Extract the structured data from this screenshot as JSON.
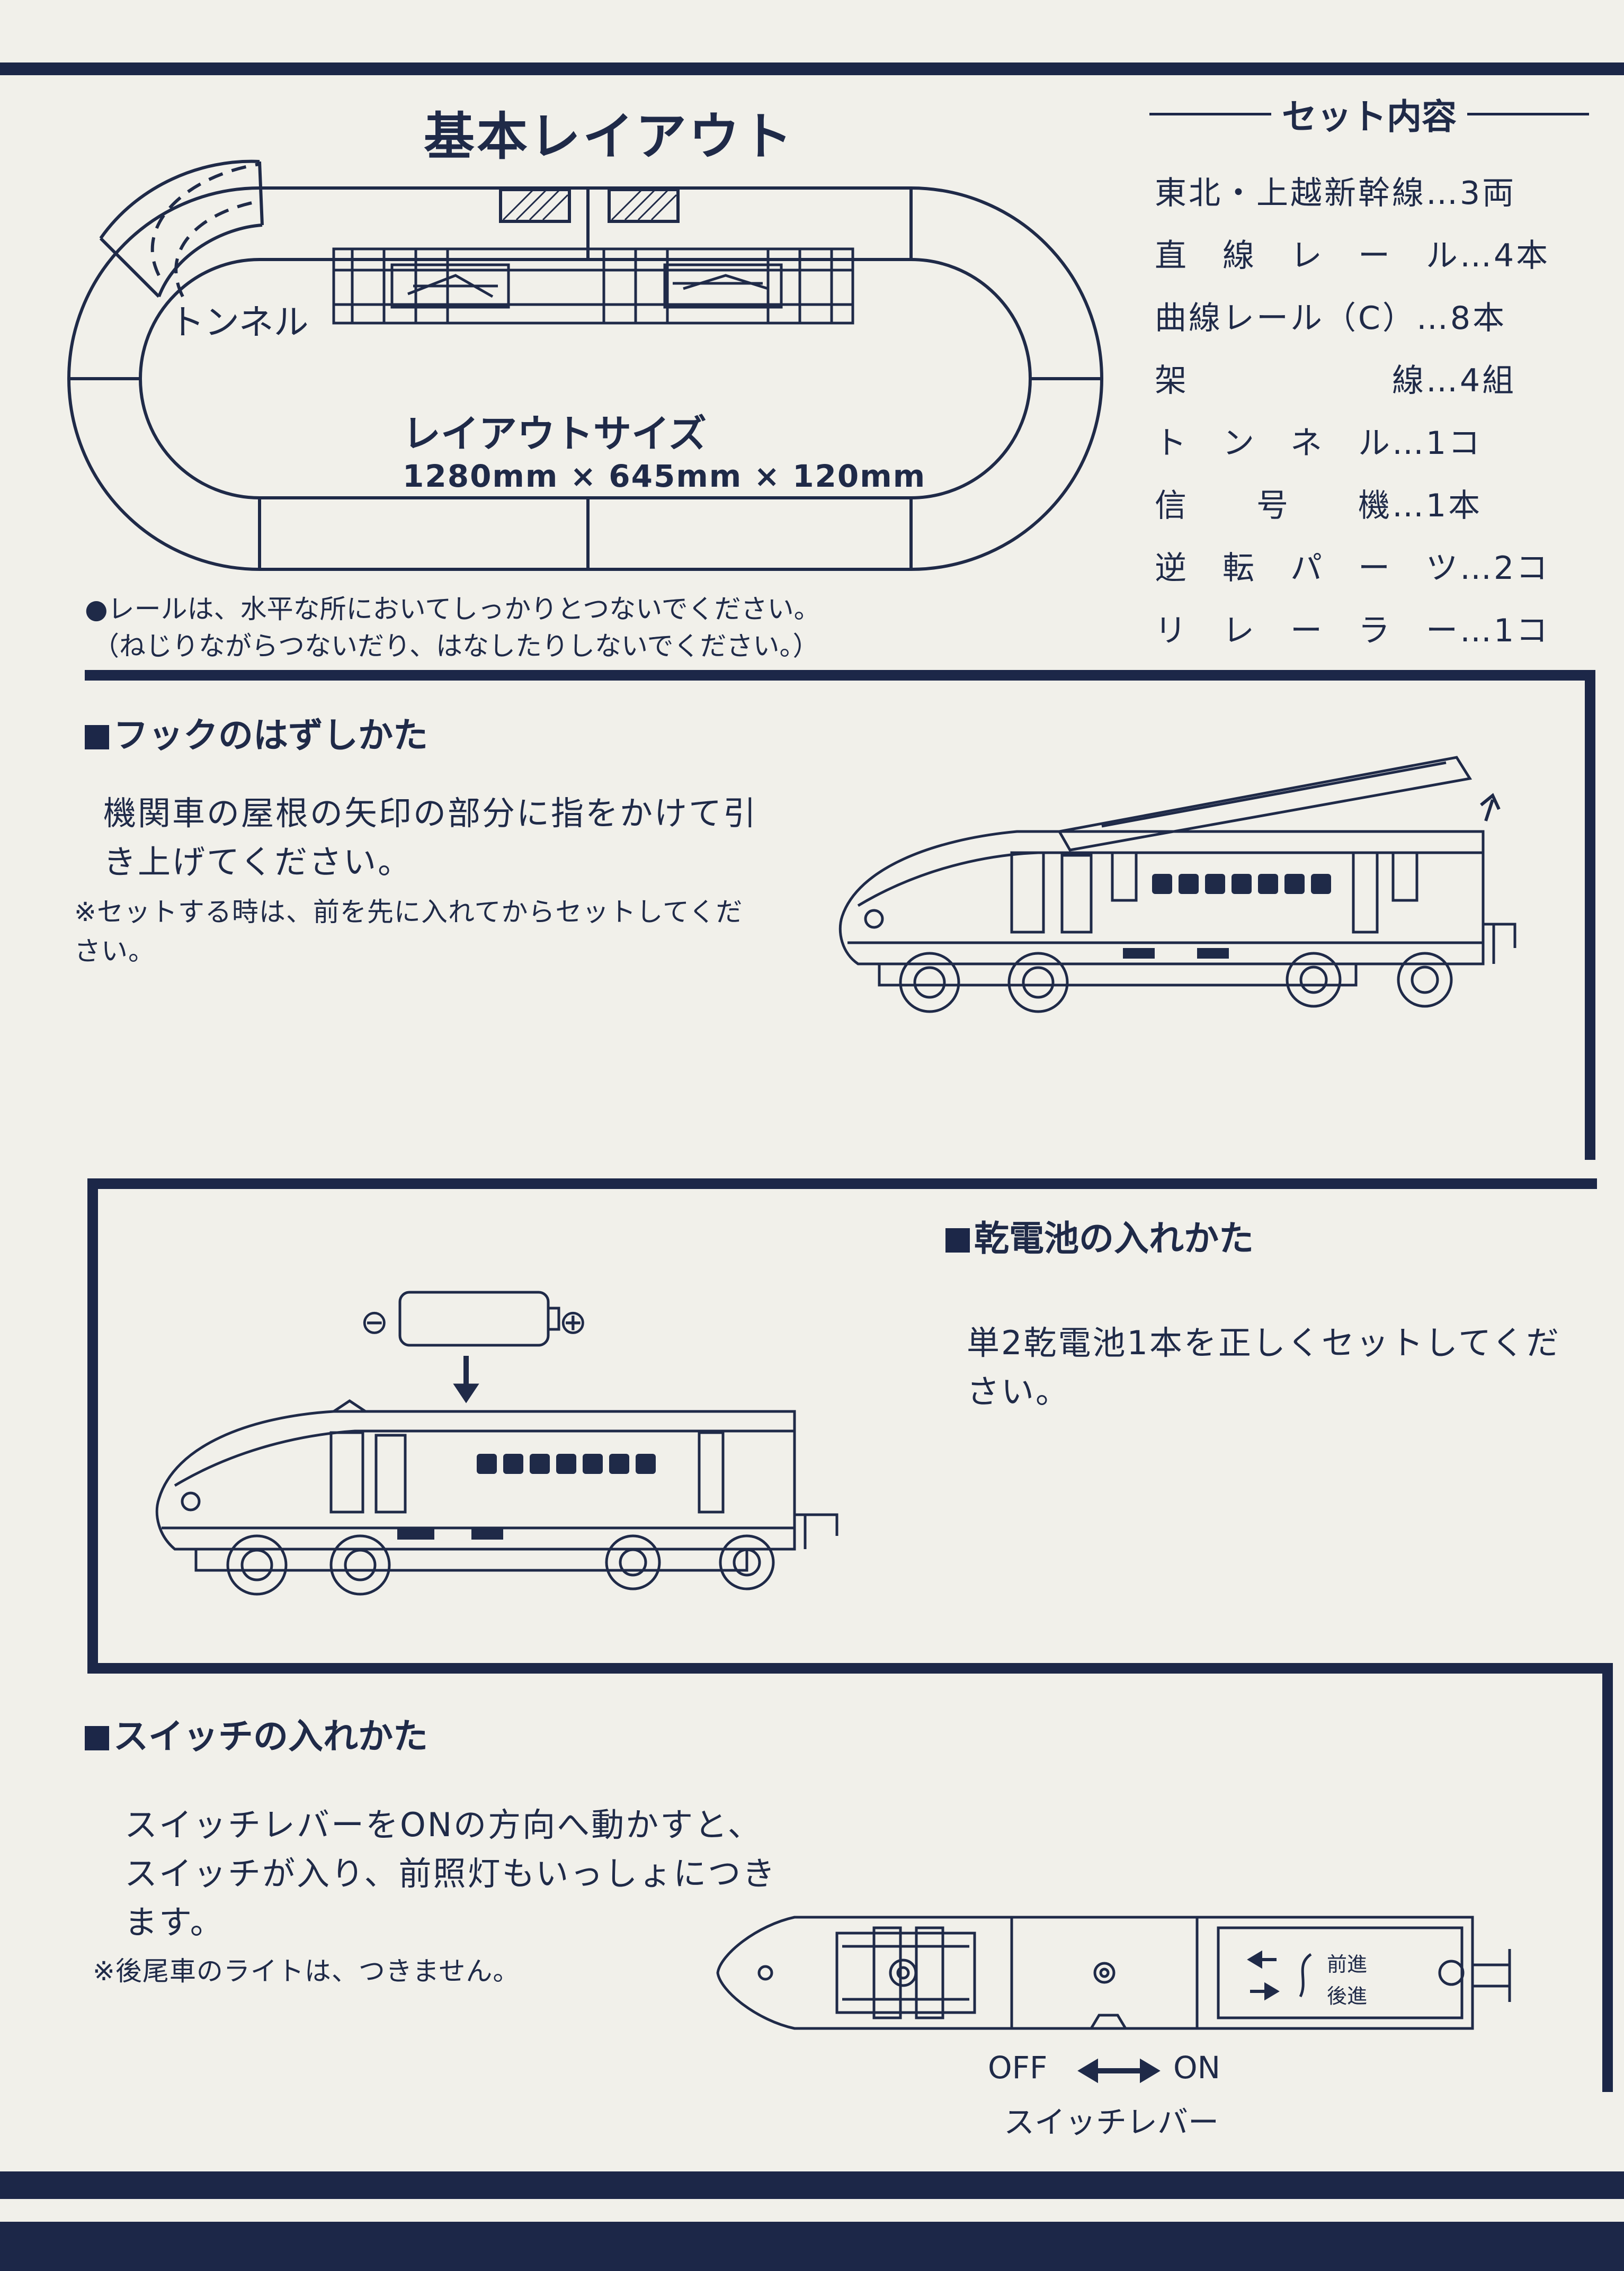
{
  "layout": {
    "title": "基本レイアウト",
    "tunnel_label": "トンネル",
    "size_label": "レイアウトサイズ",
    "size_value": "1280mm × 645mm × 120mm",
    "notes": [
      "●レールは、水平な所においてしっかりとつないでください。",
      "（ねじりながらつないだり、はなしたりしないでください。）"
    ]
  },
  "set_contents": {
    "heading": "セット内容",
    "items": [
      "東北・上越新幹線…3両",
      "直　線　レ　ー　ル…4本",
      "曲線レール（C）…8本",
      "架　　　　　　線…4組",
      "ト　ン　ネ　ル…1コ",
      "信　　号　　機…1本",
      "逆　転　パ　ー　ツ…2コ",
      "リ　レ　ー　ラ　ー…1コ"
    ]
  },
  "hook": {
    "title": "フックのはずしかた",
    "body": "機関車の屋根の矢印の部分に指をかけて引き上げてください。",
    "note": "※セットする時は、前を先に入れてからセットしてください。"
  },
  "battery": {
    "title": "乾電池の入れかた",
    "body": "単2乾電池1本を正しくセットしてください。",
    "minus": "⊖",
    "plus": "⊕"
  },
  "switch": {
    "title": "スイッチの入れかた",
    "body": "スイッチレバーをONの方向へ動かすと、スイッチが入り、前照灯もいっしょにつきます。",
    "note": "※後尾車のライトは、つきません。",
    "off_label": "OFF",
    "on_label": "ON",
    "lever_label": "スイッチレバー",
    "forward_label": "前進",
    "reverse_label": "後進"
  },
  "colors": {
    "paper": "#f1f0ea",
    "ink": "#1f2a48"
  }
}
